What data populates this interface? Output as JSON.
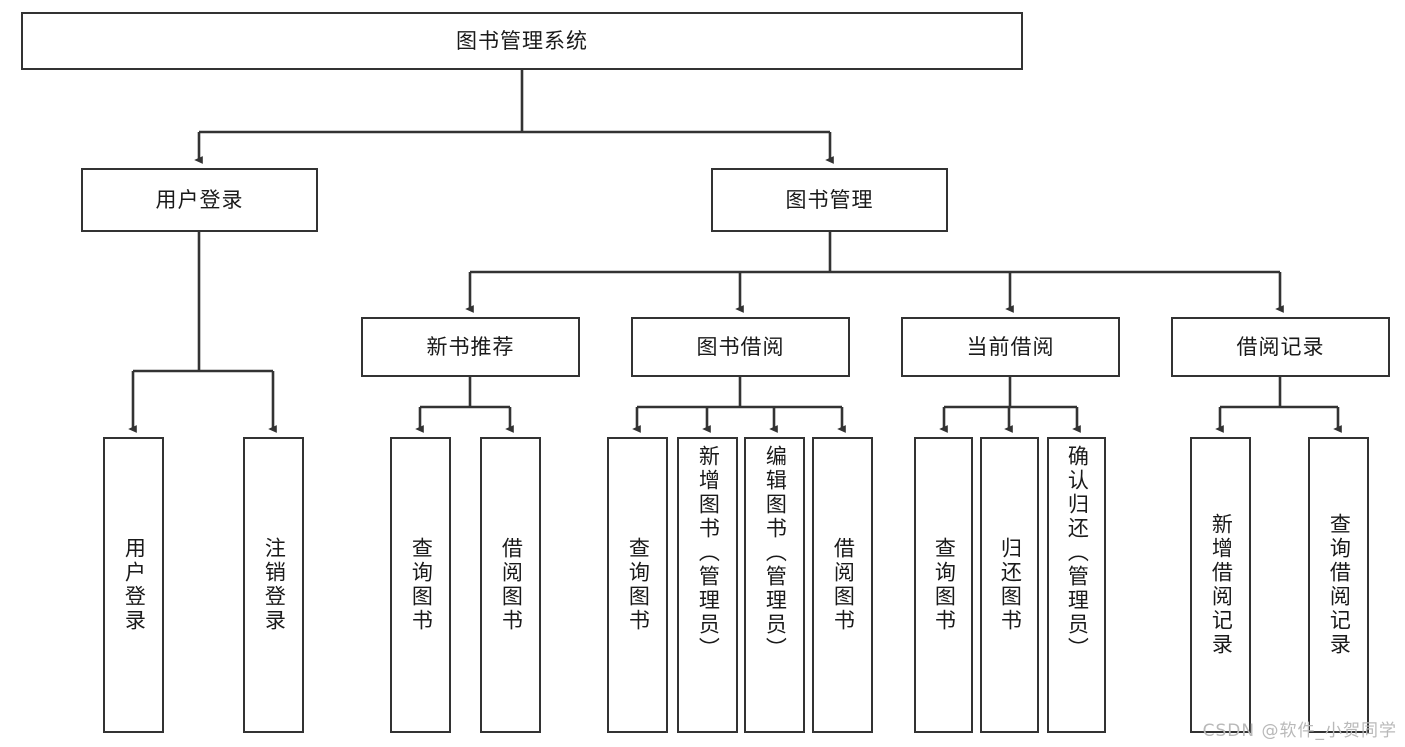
{
  "diagram": {
    "title": "图书管理系统",
    "type": "tree-hierarchy-diagram",
    "colors": {
      "box_border": "#333333",
      "box_fill": "#ffffff",
      "connector": "#333333",
      "background": "#ffffff",
      "watermark": "#b9b9b9"
    },
    "root": {
      "label": "图书管理系统"
    },
    "level2": [
      {
        "label": "用户登录"
      },
      {
        "label": "图书管理"
      }
    ],
    "level3": [
      {
        "label": "新书推荐"
      },
      {
        "label": "图书借阅"
      },
      {
        "label": "当前借阅"
      },
      {
        "label": "借阅记录"
      }
    ],
    "leaves": {
      "user_login": [
        {
          "label": "用户登录"
        },
        {
          "label": "注销登录"
        }
      ],
      "new_book": [
        {
          "label": "查询图书"
        },
        {
          "label": "借阅图书"
        }
      ],
      "book_borrow": [
        {
          "label": "查询图书"
        },
        {
          "label": "新增图书（管理员）"
        },
        {
          "label": "编辑图书（管理员）"
        },
        {
          "label": "借阅图书"
        }
      ],
      "current_borrow": [
        {
          "label": "查询图书"
        },
        {
          "label": "归还图书"
        },
        {
          "label": "确认归还（管理员）"
        }
      ],
      "borrow_record": [
        {
          "label": "新增借阅记录"
        },
        {
          "label": "查询借阅记录"
        }
      ]
    },
    "watermark": "CSDN @软件_小贺同学"
  }
}
